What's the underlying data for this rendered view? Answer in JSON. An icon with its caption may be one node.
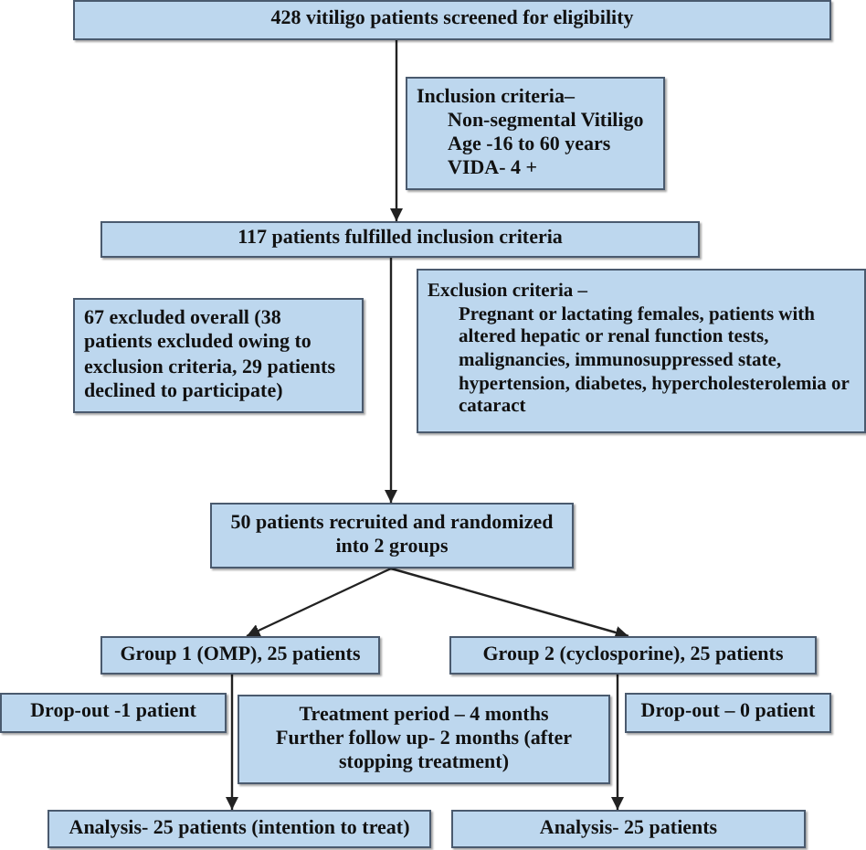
{
  "diagram": {
    "nodes": [
      {
        "text": [
          "428 vitiligo patients screened for eligibility"
        ]
      },
      {
        "text": [
          "Inclusion criteria–",
          "Non-segmental Vitiligo",
          "Age -16 to 60 years",
          "VIDA- 4 +"
        ]
      },
      {
        "text": [
          "117 patients fulfilled inclusion criteria"
        ]
      },
      {
        "text": [
          "Exclusion criteria –",
          "Pregnant or lactating females, patients with altered hepatic or renal function tests, malignancies, immunosuppressed state, hypertension, diabetes, hypercholesterolemia or cataract"
        ]
      },
      {
        "text": [
          "67 excluded overall (38 patients excluded owing to exclusion criteria, 29 patients declined to participate)"
        ]
      },
      {
        "text": [
          "50 patients recruited and randomized into 2 groups"
        ]
      },
      {
        "text": [
          "Group 1 (OMP), 25 patients"
        ]
      },
      {
        "text": [
          "Group 2 (cyclosporine), 25 patients"
        ]
      },
      {
        "text": [
          "Drop-out -1 patient"
        ]
      },
      {
        "text": [
          "Treatment period – 4 months",
          "Further follow up- 2 months (after stopping treatment)"
        ]
      },
      {
        "text": [
          "Drop-out – 0 patient"
        ]
      },
      {
        "text": [
          "Analysis- 25 patients (intention to treat)"
        ]
      },
      {
        "text": [
          "Analysis- 25 patients"
        ]
      }
    ],
    "edges": [
      {
        "from": 0,
        "to": 2,
        "arrow": "to"
      },
      {
        "from": 2,
        "to": 5,
        "arrow": "to"
      },
      {
        "from": 5,
        "to": 6,
        "arrow": "to"
      },
      {
        "from": 5,
        "to": 7,
        "arrow": "to"
      },
      {
        "from": 6,
        "to": 11,
        "arrow": "to"
      },
      {
        "from": 7,
        "to": 12,
        "arrow": "to"
      }
    ]
  }
}
